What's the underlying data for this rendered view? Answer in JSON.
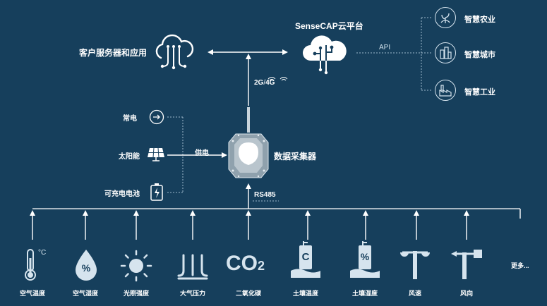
{
  "cloud": {
    "client_label": "客户服务器和应用",
    "sensecap_label": "SenseCAP云平台",
    "api_label": "API",
    "network_label_2g": "2G",
    "network_sep": "/",
    "network_label_4g": "4G"
  },
  "applications": [
    {
      "label": "智慧农业",
      "icon": "plant-icon"
    },
    {
      "label": "智慧城市",
      "icon": "city-icon"
    },
    {
      "label": "智慧工业",
      "icon": "factory-icon"
    }
  ],
  "power": {
    "supply_label": "供电",
    "sources": [
      {
        "label": "常电",
        "icon": "arrow-circle-icon"
      },
      {
        "label": "太阳能",
        "icon": "solar-panel-icon"
      },
      {
        "label": "可充电电池",
        "icon": "battery-icon"
      }
    ]
  },
  "logger": {
    "label": "数据采集器",
    "bus_label": "RS485"
  },
  "sensors": [
    {
      "label": "空气温度",
      "icon": "thermometer-icon",
      "unit": "°C"
    },
    {
      "label": "空气湿度",
      "icon": "humidity-drop-icon",
      "unit": "%"
    },
    {
      "label": "光照强度",
      "icon": "sun-icon"
    },
    {
      "label": "大气压力",
      "icon": "pressure-icon"
    },
    {
      "label": "二氧化碳",
      "icon": "co2-icon",
      "text": "CO",
      "sub": "2"
    },
    {
      "label": "土壤温度",
      "icon": "soil-temp-probe-icon",
      "unit": "C"
    },
    {
      "label": "土壤湿度",
      "icon": "soil-moisture-probe-icon",
      "unit": "%"
    },
    {
      "label": "风速",
      "icon": "anemometer-icon"
    },
    {
      "label": "风向",
      "icon": "wind-vane-icon"
    }
  ],
  "more_label": "更多...",
  "colors": {
    "background": "#163f5c",
    "line": "#ffffff",
    "icon_fill": "#d6e4ee"
  }
}
